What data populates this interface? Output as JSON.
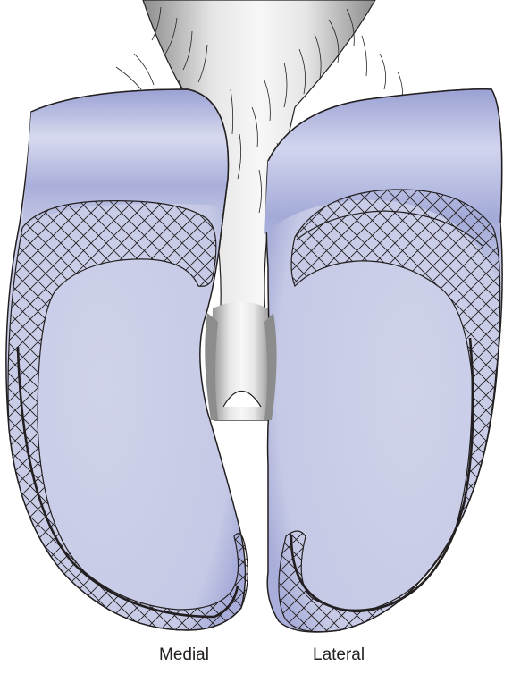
{
  "labels": {
    "medial": "Medial",
    "lateral": "Lateral"
  },
  "colors": {
    "claw_fill": "#c5c9e5",
    "wall_dark": "#8f97cc",
    "wall_highlight": "#dadcf0",
    "hatch_line": "#231f20",
    "outline": "#231f20",
    "skin_light": "#f3f3f3",
    "skin_shade": "#8c8c8c"
  },
  "icons": {
    "hatch_pattern": "crosshatch-pattern"
  }
}
